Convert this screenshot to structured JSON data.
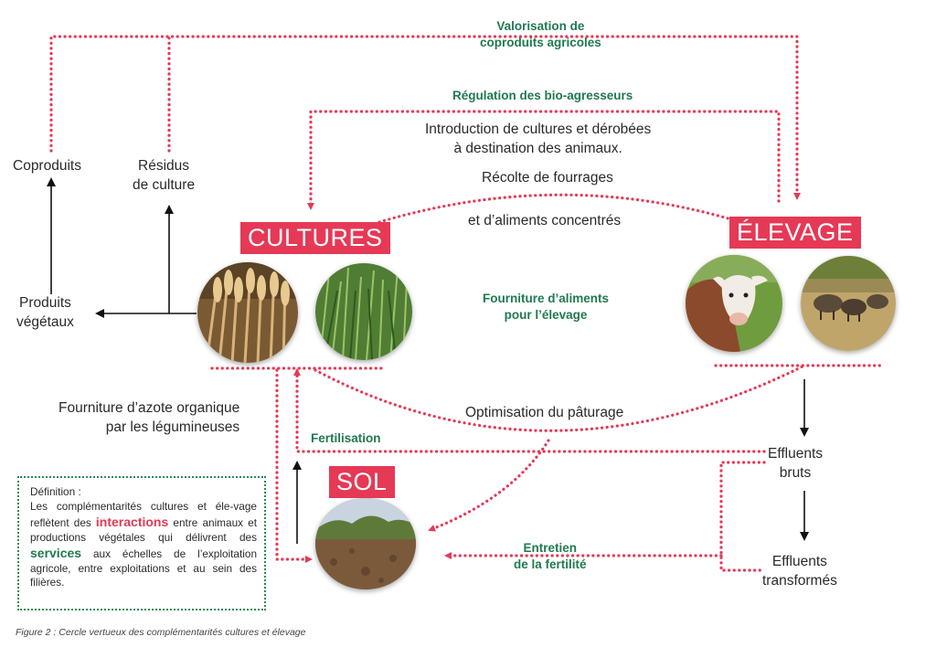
{
  "colors": {
    "accent": "#e53956",
    "green_text": "#1f7a4f",
    "arrow": "#111111"
  },
  "nodes": {
    "cultures": "CULTURES",
    "elevage": "ÉLEVAGE",
    "sol": "SOL",
    "coproduits": "Coproduits",
    "residus_line1": "Résidus",
    "residus_line2": "de culture",
    "produits_line1": "Produits",
    "produits_line2": "végétaux",
    "effluents_bruts_line1": "Effluents",
    "effluents_bruts_line2": "bruts",
    "effluents_transformes_line1": "Effluents",
    "effluents_transformes_line2": "transformés"
  },
  "services": {
    "valorisation_line1": "Valorisation de",
    "valorisation_line2": "coproduits agricoles",
    "regulation": "Régulation des bio-agresseurs",
    "fourniture_aliments_line1": "Fourniture d’aliments",
    "fourniture_aliments_line2": "pour l’élevage",
    "fertilisation": "Fertilisation",
    "entretien_line1": "Entretien",
    "entretien_line2": "de la fertilité"
  },
  "practices": {
    "introduction_line1": "Introduction de cultures et dérobées",
    "introduction_line2": "à destination des animaux.",
    "recolte_line1": "Récolte de fourrages",
    "recolte_line2": "et d’aliments concentrés",
    "azote_line1": "Fourniture d’azote organique",
    "azote_line2": "par les légumineuses",
    "paturage": "Optimisation du pâturage"
  },
  "definition": {
    "title": "Définition :",
    "part1": "Les complémentarités cultures et éle-vage reflètent des",
    "highlight1": "interactions",
    "part2": "entre animaux et productions végétales qui délivrent des",
    "highlight2": "services",
    "part3": "aux échelles de l’exploitation agricole, entre exploitations et au sein des filières."
  },
  "caption": "Figure 2 : Cercle vertueux des complémentarités cultures et élevage",
  "photos": [
    "wheat-photo",
    "grass-photo",
    "cow-photo",
    "sheep-photo",
    "soil-photo"
  ]
}
